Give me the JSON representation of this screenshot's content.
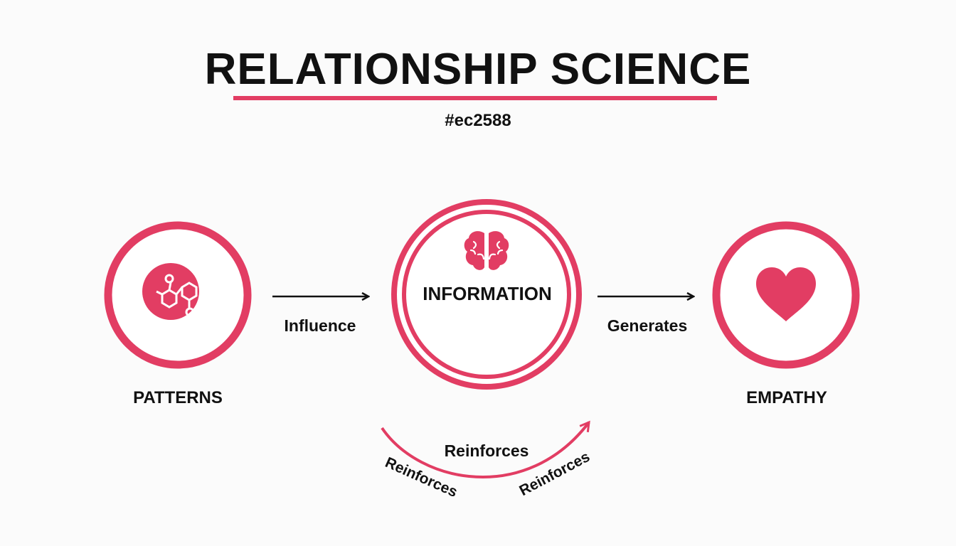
{
  "title": "RELATIONSHIP SCIENCE",
  "subtitle": "#ec2588",
  "accent_color": "#e23d63",
  "nodes": {
    "patterns": {
      "label": "PATTERNS",
      "icon": "molecule-icon"
    },
    "information": {
      "label": "INFORMATION",
      "icon": "brain-icon"
    },
    "empathy": {
      "label": "EMPATHY",
      "icon": "heart-icon"
    }
  },
  "edges": {
    "influence": "Influence",
    "generates": "Generates",
    "reinforces_center": "Reinforces",
    "reinforces_left": "Reinforces",
    "reinforces_right": "Reinforces"
  }
}
